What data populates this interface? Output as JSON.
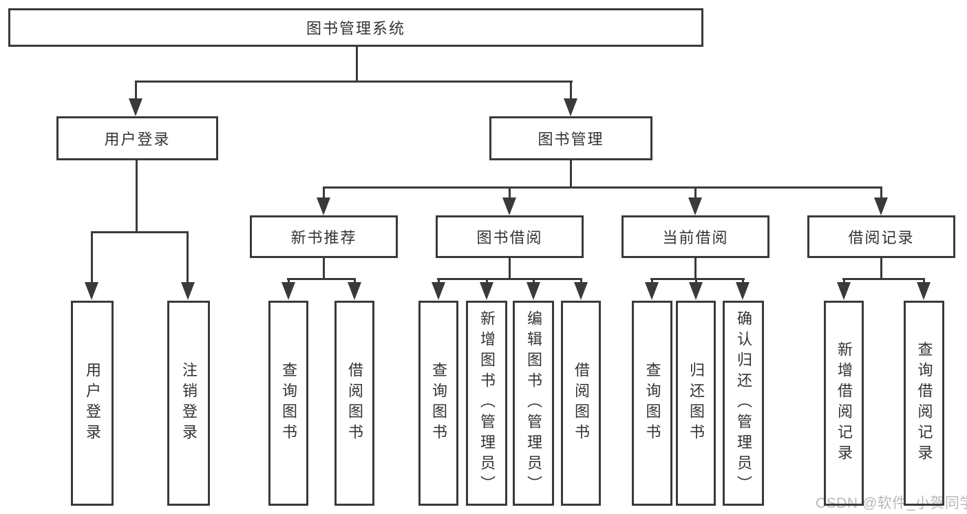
{
  "diagram": {
    "root": {
      "label": "图书管理系统"
    },
    "branches": [
      {
        "label": "用户登录",
        "children": [
          {
            "label": "用户登录"
          },
          {
            "label": "注销登录"
          }
        ]
      },
      {
        "label": "图书管理",
        "groups": [
          {
            "label": "新书推荐",
            "children": [
              {
                "label": "查询图书"
              },
              {
                "label": "借阅图书"
              }
            ]
          },
          {
            "label": "图书借阅",
            "children": [
              {
                "label": "查询图书"
              },
              {
                "label": "新增图书（管理员）"
              },
              {
                "label": "编辑图书（管理员）"
              },
              {
                "label": "借阅图书"
              }
            ]
          },
          {
            "label": "当前借阅",
            "children": [
              {
                "label": "查询图书"
              },
              {
                "label": "归还图书"
              },
              {
                "label": "确认归还（管理员）"
              }
            ]
          },
          {
            "label": "借阅记录",
            "children": [
              {
                "label": "新增借阅记录"
              },
              {
                "label": "查询借阅记录"
              }
            ]
          }
        ]
      }
    ]
  },
  "watermark": {
    "text": "CSDN @软件_小贺同学"
  },
  "colors": {
    "line": "#3a3a3a",
    "text": "#333333",
    "background": "#ffffff",
    "watermark": "#b8b8b8"
  }
}
